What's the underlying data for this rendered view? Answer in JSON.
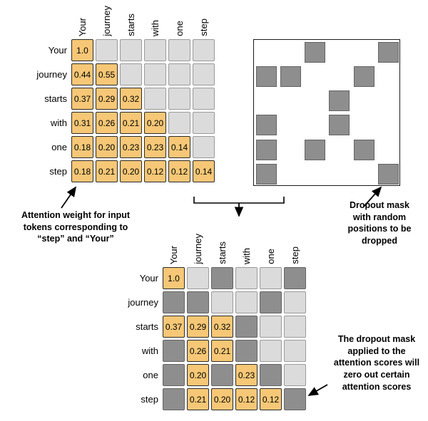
{
  "figure": {
    "tokens": [
      "Your",
      "journey",
      "starts",
      "with",
      "one",
      "step"
    ],
    "attention_weights": [
      [
        "1.0"
      ],
      [
        "0.44",
        "0.55"
      ],
      [
        "0.37",
        "0.29",
        "0.32"
      ],
      [
        "0.31",
        "0.26",
        "0.21",
        "0.20"
      ],
      [
        "0.18",
        "0.20",
        "0.23",
        "0.23",
        "0.14"
      ],
      [
        "0.18",
        "0.21",
        "0.20",
        "0.12",
        "0.12",
        "0.14"
      ]
    ],
    "dropout_mask_dropped_positions": [
      [
        0,
        2
      ],
      [
        0,
        5
      ],
      [
        1,
        0
      ],
      [
        1,
        1
      ],
      [
        1,
        4
      ],
      [
        2,
        3
      ],
      [
        3,
        0
      ],
      [
        3,
        3
      ],
      [
        4,
        0
      ],
      [
        4,
        2
      ],
      [
        4,
        4
      ],
      [
        5,
        0
      ],
      [
        5,
        5
      ]
    ],
    "masked_attention_weights": [
      [
        "1.0",
        null,
        null,
        null,
        null,
        null
      ],
      [
        null,
        null,
        null,
        null,
        null,
        null
      ],
      [
        "0.37",
        "0.29",
        "0.32",
        null,
        null,
        null
      ],
      [
        null,
        "0.26",
        "0.21",
        null,
        null,
        null
      ],
      [
        null,
        "0.20",
        null,
        "0.23",
        null,
        null
      ],
      [
        null,
        "0.21",
        "0.20",
        "0.12",
        "0.12",
        null
      ]
    ]
  },
  "annotations": {
    "attention_note": "Attention weight for input\ntokens corresponding to\n“step” and “Your”",
    "dropout_note": "Dropout mask\nwith random\npositions to be\ndropped",
    "applied_note": "The dropout mask\napplied to the\nattention scores will\nzero out certain\nattention scores"
  },
  "colors": {
    "kept_cell": "#f6c776",
    "masked_cell": "#dbdbdb",
    "dropped_cell": "#8e8e8e",
    "text": "#000000",
    "background": "#ffffff"
  }
}
